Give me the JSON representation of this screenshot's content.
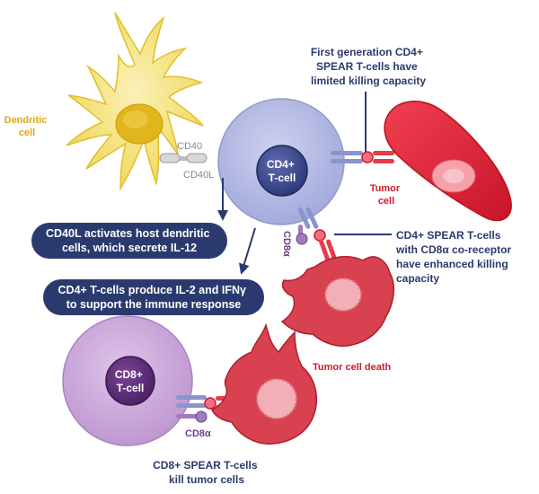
{
  "labels": {
    "dendritic_line1": "Dendritic",
    "dendritic_line2": "cell",
    "cd40": "CD40",
    "cd40l": "CD40L",
    "first_gen_line1": "First generation CD4+",
    "first_gen_line2": "SPEAR T-cells have",
    "first_gen_line3": "limited killing capacity",
    "cd4_line1": "CD4+",
    "cd4_line2": "T-cell",
    "tumor_line1": "Tumor",
    "tumor_line2": "cell",
    "cd8a_upper": "CD8α",
    "spear_cd8_line1": "CD4+ SPEAR T-cells",
    "spear_cd8_line2": "with CD8α co-receptor",
    "spear_cd8_line3": "have enhanced killing",
    "spear_cd8_line4": "capacity",
    "tumor_death": "Tumor cell death",
    "cd8_line1": "CD8+",
    "cd8_line2": "T-cell",
    "cd8a_lower": "CD8α",
    "bottom_line1": "CD8+ SPEAR T-cells",
    "bottom_line2": "kill tumor cells"
  },
  "pills": {
    "cd40l_line1": "CD40L activates host dendritic",
    "cd40l_line2": "cells, which secrete IL-12",
    "il2_line1": "CD4+ T-cells produce IL-2 and IFNγ",
    "il2_line2": "to support the immune response"
  },
  "colors": {
    "navy": "#2b3a6e",
    "dendritic_yellow": "#f6e48a",
    "nucleus_gold": "#e1b51c",
    "cd4_lavender": "#b3b9e3",
    "cd8_purple": "#c9a6d8",
    "nucleus_purple": "#5e2f78",
    "tumor_red": "#e8293a",
    "dying_tumor": "#d43d4e"
  }
}
